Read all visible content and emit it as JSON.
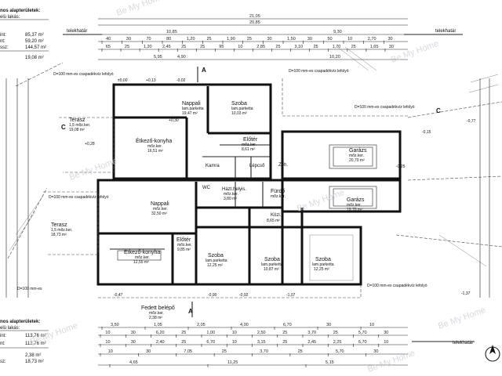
{
  "legend_top": {
    "title": "nos alapterületek:",
    "subtitle": "elü lakás:",
    "rows": [
      {
        "label": "int:",
        "value": "85,37 m²"
      },
      {
        "label": "nt:",
        "value": "59,20 m²"
      },
      {
        "label": "ssz:",
        "value": "144,57 m²"
      },
      {
        "label": "",
        "value": "19,08 m²"
      }
    ]
  },
  "legend_bottom": {
    "title": "nos alapterületek:",
    "subtitle": "elü lakás:",
    "rows": [
      {
        "label": "int:",
        "value": "113,76 m²"
      },
      {
        "label": "nt:",
        "value": "113,76 m²"
      },
      {
        "label": "",
        "value": "2,38 m²"
      },
      {
        "label": "sz:",
        "value": "18,73 m²"
      }
    ]
  },
  "boundary_label": "telekhatár",
  "watermark": "Be My Home",
  "section_marks": {
    "A": "A",
    "C": "C"
  },
  "rooms_upper": [
    {
      "id": "nappali",
      "name": "Nappali",
      "floor": "lam.parketta",
      "area": "19,47 m²"
    },
    {
      "id": "szoba",
      "name": "Szoba",
      "floor": "lam.parketta",
      "area": "10,03 m²"
    },
    {
      "id": "eloter",
      "name": "Előtér",
      "floor": "mőz.ker.",
      "area": "8,61 m²"
    },
    {
      "id": "etkezo",
      "name": "Étkező-konyha",
      "floor": "mőz.ker.",
      "area": "16,51 m²"
    },
    {
      "id": "garazs",
      "name": "Garázs",
      "floor": "mőz.ker.",
      "area": "20,70 m²"
    },
    {
      "id": "kamra",
      "name": "Kamra",
      "floor": "",
      "area": ""
    },
    {
      "id": "lepcso",
      "name": "Lépcső",
      "floor": "",
      "area": ""
    },
    {
      "id": "zuh",
      "name": "Zuh.",
      "floor": "",
      "area": ""
    },
    {
      "id": "wc",
      "name": "WC",
      "floor": "",
      "area": ""
    },
    {
      "id": "terasz",
      "name": "Terasz",
      "floor": "1,5 mőz.ker.",
      "area": "19,08 m²"
    }
  ],
  "rooms_lower": [
    {
      "id": "nappali2",
      "name": "Nappali",
      "floor": "mőz.ker.",
      "area": "32,50 m²"
    },
    {
      "id": "hazt",
      "name": "Házt.helyis.",
      "floor": "mőz.ker.",
      "area": "3,80 m²"
    },
    {
      "id": "furdo",
      "name": "Fürdő",
      "floor": "mőz.ker.",
      "area": ""
    },
    {
      "id": "kozl",
      "name": "Közl.",
      "floor": "",
      "area": "8,65 m²"
    },
    {
      "id": "garazs2",
      "name": "Garázs",
      "floor": "mőz.ker.",
      "area": "19,70 m²"
    },
    {
      "id": "terasz2",
      "name": "Terasz",
      "floor": "1,5 mőz.ker.",
      "area": "18,73 m²"
    },
    {
      "id": "etkezo2",
      "name": "Étkező-konyha",
      "floor": "mőz.ker.",
      "area": "12,55 m²"
    },
    {
      "id": "eloter2",
      "name": "Előtér",
      "floor": "mőz.ker.",
      "area": "9,85 m²"
    },
    {
      "id": "szoba2a",
      "name": "Szoba",
      "floor": "lam.parketta",
      "area": "12,25 m²"
    },
    {
      "id": "szoba2b",
      "name": "Szoba",
      "floor": "lam.parketta",
      "area": "10,87 m²"
    },
    {
      "id": "szoba2c",
      "name": "Szoba",
      "floor": "lam.parketta",
      "area": "12,25 m²"
    }
  ],
  "entrance": {
    "name": "Fedett belépő",
    "floor": "mőz.ker.",
    "area": "2,38 m²"
  },
  "notes": {
    "pipe": "D=100 mm-es csapadékvíz lefolyó",
    "pipe_short": "D=100 mm-es"
  },
  "dims_top": {
    "total": "21,05",
    "inner": "20,85",
    "row1": [
      "10,85",
      "9,30"
    ],
    "row2": [
      "40",
      "30",
      "70",
      "80",
      "1,20",
      "25",
      "1,90",
      "25",
      "30",
      "1,50",
      "30",
      "50",
      "10",
      "2,70",
      "30"
    ],
    "row3": [
      "65",
      "25",
      "1,20",
      "2,45",
      "25",
      "25",
      "95",
      "10",
      "2,85",
      "25",
      "3,10",
      "25",
      "1,70",
      "25",
      "1,65",
      "30"
    ],
    "row4": [
      "5,95",
      "4,90",
      "10,20"
    ]
  },
  "dims_bottom": {
    "row1": [
      "3,50",
      "1,05",
      "2,05",
      "4,00",
      "6,70",
      "30",
      "10"
    ],
    "row2": [
      "10",
      "30",
      "6,20",
      "25",
      "1,00",
      "10",
      "2,50",
      "25",
      "3,70",
      "25",
      "5,70",
      "30"
    ],
    "row3": [
      "10",
      "30",
      "2,40",
      "25",
      "6,70",
      "10",
      "3,15",
      "25",
      "2,45",
      "2,25",
      "6,70",
      "10"
    ],
    "row4": [
      "10",
      "30",
      "7,05",
      "25",
      "3,70",
      "25",
      "5,70",
      "30"
    ],
    "row5": [
      "4,65",
      "11,25",
      "5,15"
    ]
  },
  "levels": [
    "±0,00",
    "-0,02",
    "+0,13",
    "+0,30",
    "+0,28",
    "-0,15",
    "-0,47",
    "-0,90",
    "-0,92",
    "-1,07",
    "-1,37",
    "-0,77",
    "-0,25"
  ]
}
